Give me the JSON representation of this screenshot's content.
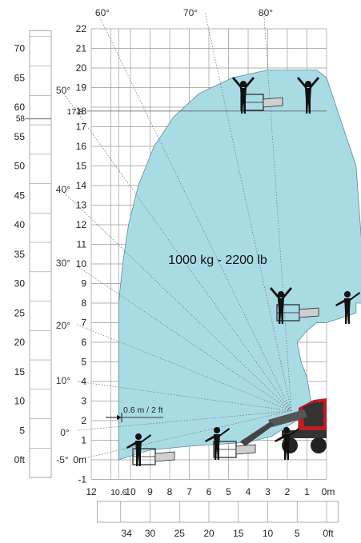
{
  "diagram": {
    "load_label": "1000 kg - 2200 lb",
    "reach_label": "0.6 m / 2 ft",
    "colors": {
      "envelope": "#a9dbe5",
      "machine": "#c41a22",
      "grid": "#9a9a9a"
    }
  },
  "chart_data": {
    "type": "other",
    "description": "telehandler working range envelope",
    "y_axis_m": {
      "ticks": [
        "22",
        "21",
        "20",
        "19",
        "17.8",
        "18",
        "17",
        "16",
        "15",
        "14",
        "13",
        "12",
        "11",
        "10",
        "9",
        "8",
        "7",
        "6",
        "5",
        "4",
        "3",
        "2",
        "1",
        "0m",
        "-1"
      ]
    },
    "y_axis_ft": {
      "ticks": [
        "70",
        "65",
        "60",
        "58",
        "55",
        "50",
        "45",
        "40",
        "35",
        "30",
        "25",
        "20",
        "15",
        "10",
        "5",
        "0ft"
      ]
    },
    "x_axis_m": {
      "ticks": [
        "12",
        "10.6",
        "10",
        "9",
        "8",
        "7",
        "6",
        "5",
        "4",
        "3",
        "2",
        "1",
        "0m"
      ]
    },
    "x_axis_ft": {
      "ticks": [
        "34",
        "30",
        "25",
        "20",
        "15",
        "10",
        "5",
        "0ft"
      ]
    },
    "boom_angles": [
      "80°",
      "70°",
      "60°",
      "50°",
      "40°",
      "30°",
      "20°",
      "10°",
      "0°",
      "-5°"
    ],
    "capacity": "1000 kg - 2200 lb",
    "min_reach": "0.6 m / 2 ft"
  }
}
